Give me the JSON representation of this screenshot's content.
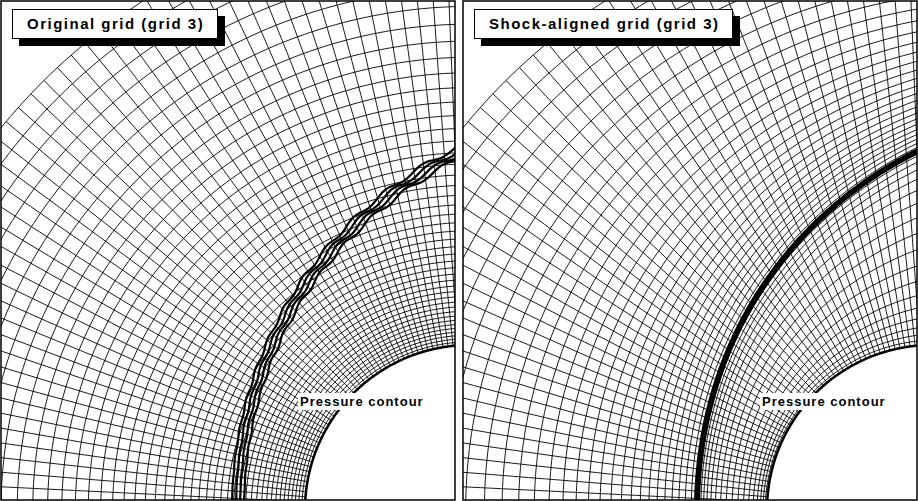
{
  "diagram": {
    "nodes": [
      {
        "text": [
          "Original grid (grid 3)"
        ]
      },
      {
        "text": [
          "Shock-aligned grid (grid 3)"
        ]
      }
    ],
    "labels": [
      "Pressure contour",
      "Pressure contour"
    ]
  }
}
